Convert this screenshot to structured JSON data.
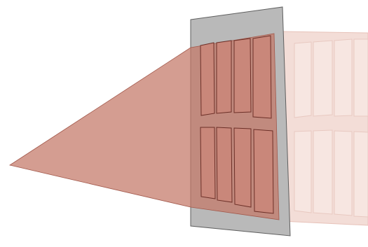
{
  "colors": {
    "background": "#ffffff",
    "beam_fill": "#c47766",
    "beam_opacity": 0.72,
    "plate_fill": "#b9b9b9",
    "plate_stroke": "#5f5f5f",
    "slit_fill": "#c9877a",
    "slit_stroke": "#6c2f27",
    "transmitted_fill": "#f3ddd7",
    "transmitted_stroke": "#e7c2b9"
  },
  "diagram": {
    "beam_source": "point-source",
    "mask": "grating-plate",
    "slit_rows": 2,
    "slits_per_row": 4
  }
}
